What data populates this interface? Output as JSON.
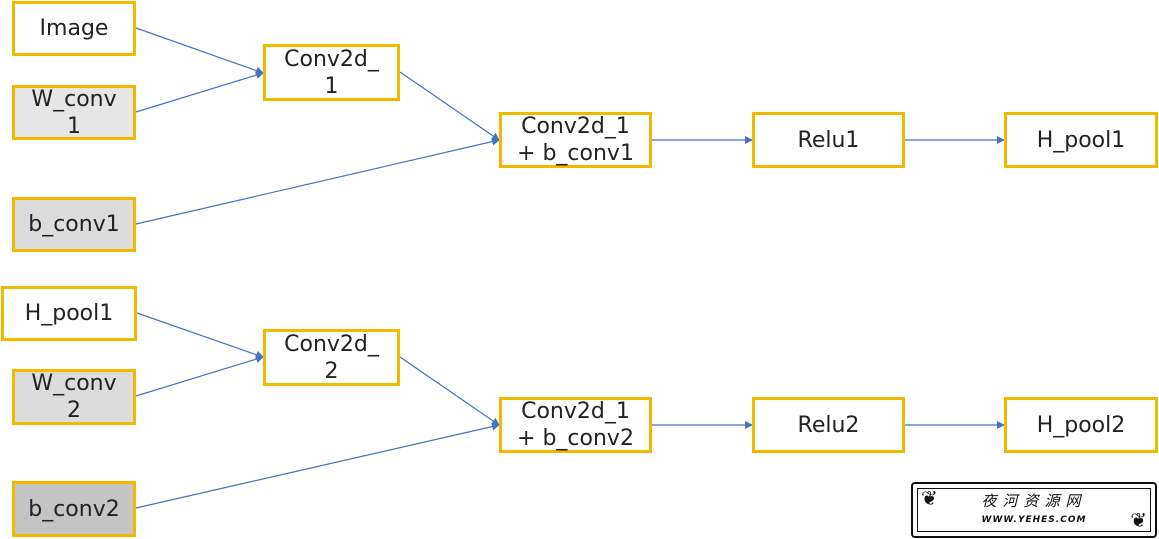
{
  "nodes": {
    "image": "Image",
    "w_conv1": "W_conv\n1",
    "b_conv1": "b_conv1",
    "conv2d_1": "Conv2d_\n1",
    "sum1": "Conv2d_1\n+ b_conv1",
    "relu1": "Relu1",
    "h_pool1": "H_pool1",
    "h_pool1_in": "H_pool1",
    "w_conv2": "W_conv\n2",
    "b_conv2": "b_conv2",
    "conv2d_2": "Conv2d_\n2",
    "sum2": "Conv2d_1\n+ b_conv2",
    "relu2": "Relu2",
    "h_pool2": "H_pool2"
  },
  "edges": [
    [
      "image",
      "conv2d_1"
    ],
    [
      "w_conv1",
      "conv2d_1"
    ],
    [
      "conv2d_1",
      "sum1"
    ],
    [
      "b_conv1",
      "sum1"
    ],
    [
      "sum1",
      "relu1"
    ],
    [
      "relu1",
      "h_pool1"
    ],
    [
      "h_pool1_in",
      "conv2d_2"
    ],
    [
      "w_conv2",
      "conv2d_2"
    ],
    [
      "conv2d_2",
      "sum2"
    ],
    [
      "b_conv2",
      "sum2"
    ],
    [
      "sum2",
      "relu2"
    ],
    [
      "relu2",
      "h_pool2"
    ]
  ],
  "colors": {
    "border": "#f5b800",
    "arrow": "#4472c4"
  },
  "watermark": {
    "title": "夜河资源网",
    "url": "WWW.YEHES.COM"
  }
}
